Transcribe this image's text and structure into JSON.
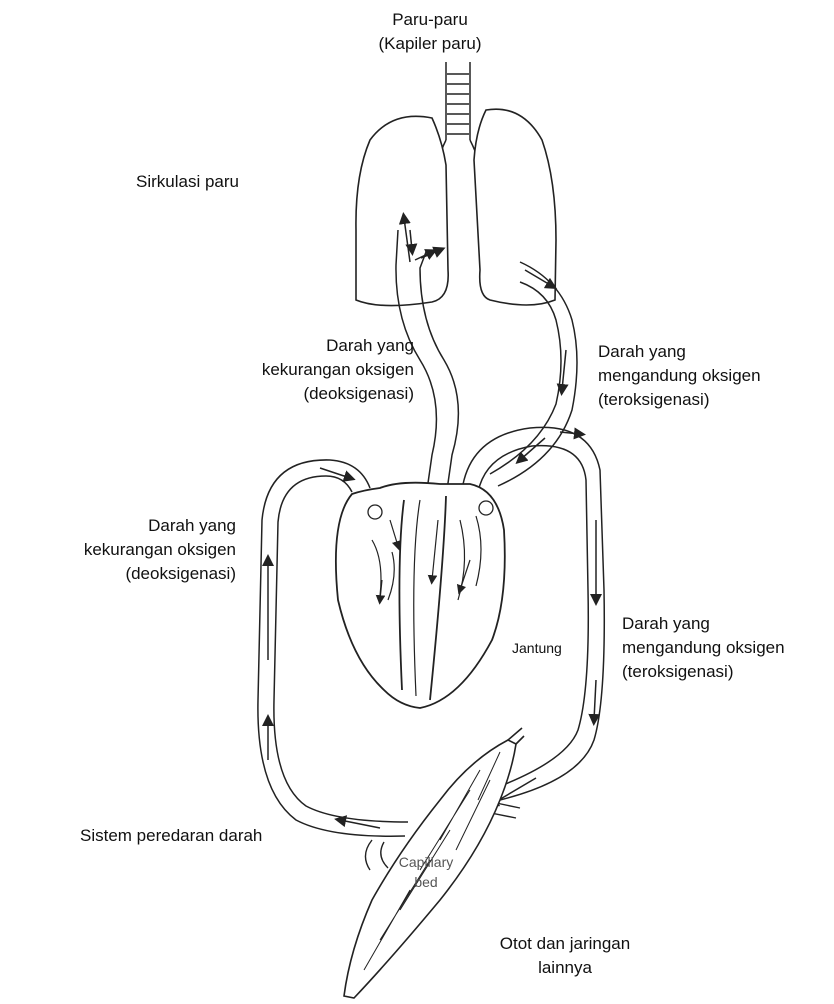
{
  "labels": {
    "lungs_title": "Paru-paru",
    "lungs_sub": "(Kapiler paru)",
    "pulmonary_circulation": "Sirkulasi paru",
    "deoxy_upper": [
      "Darah yang",
      "kekurangan oksigen",
      "(deoksigenasi)"
    ],
    "oxy_upper": [
      "Darah yang",
      "mengandung  oksigen",
      "(teroksigenasi)"
    ],
    "deoxy_lower": [
      "Darah yang",
      "kekurangan oksigen",
      "(deoksigenasi)"
    ],
    "oxy_lower": [
      "Darah yang",
      "mengandung  oksigen",
      "(teroksigenasi)"
    ],
    "heart": "Jantung",
    "systemic_circulation": "Sistem peredaran darah",
    "capillary_bed": [
      "Capillary",
      "bed"
    ],
    "tissues": [
      "Otot dan jaringan",
      "lainnya"
    ]
  },
  "colors": {
    "line": "#222222",
    "vessel_fill": "#ffffff"
  }
}
